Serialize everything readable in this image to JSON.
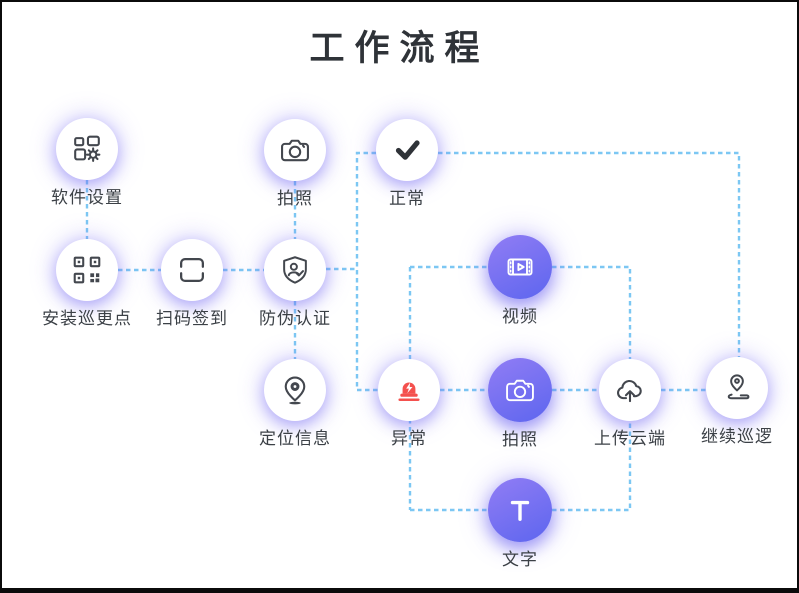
{
  "title": "工作流程",
  "colors": {
    "line": "#7cc7f3",
    "icon_stroke": "#43474e",
    "accent_gradient_start": "#8d7bf4",
    "accent_gradient_end": "#6067ef",
    "danger": "#f4514e",
    "text": "#3b4046",
    "title_text": "#2f3338"
  },
  "nodes": [
    {
      "id": "software-settings",
      "label": "软件设置",
      "icon": "app-settings-icon",
      "style": "white"
    },
    {
      "id": "photo-capture-top",
      "label": "拍照",
      "icon": "camera-icon",
      "style": "white"
    },
    {
      "id": "normal",
      "label": "正常",
      "icon": "check-icon",
      "style": "white"
    },
    {
      "id": "install-checkpoint",
      "label": "安装巡更点",
      "icon": "qr-code-icon",
      "style": "white"
    },
    {
      "id": "scan-sign-in",
      "label": "扫码签到",
      "icon": "scan-frame-icon",
      "style": "white"
    },
    {
      "id": "anti-counterfeit-auth",
      "label": "防伪认证",
      "icon": "shield-user-icon",
      "style": "white"
    },
    {
      "id": "video",
      "label": "视频",
      "icon": "film-icon",
      "style": "purple"
    },
    {
      "id": "location-info",
      "label": "定位信息",
      "icon": "map-pin-icon",
      "style": "white"
    },
    {
      "id": "abnormal",
      "label": "异常",
      "icon": "alarm-icon",
      "style": "white"
    },
    {
      "id": "photo-capture-bottom",
      "label": "拍照",
      "icon": "camera-icon",
      "style": "purple"
    },
    {
      "id": "upload-cloud",
      "label": "上传云端",
      "icon": "cloud-upload-icon",
      "style": "white"
    },
    {
      "id": "continue-patrol",
      "label": "继续巡逻",
      "icon": "patrol-pin-icon",
      "style": "white"
    },
    {
      "id": "text",
      "label": "文字",
      "icon": "text-icon",
      "style": "purple"
    }
  ]
}
